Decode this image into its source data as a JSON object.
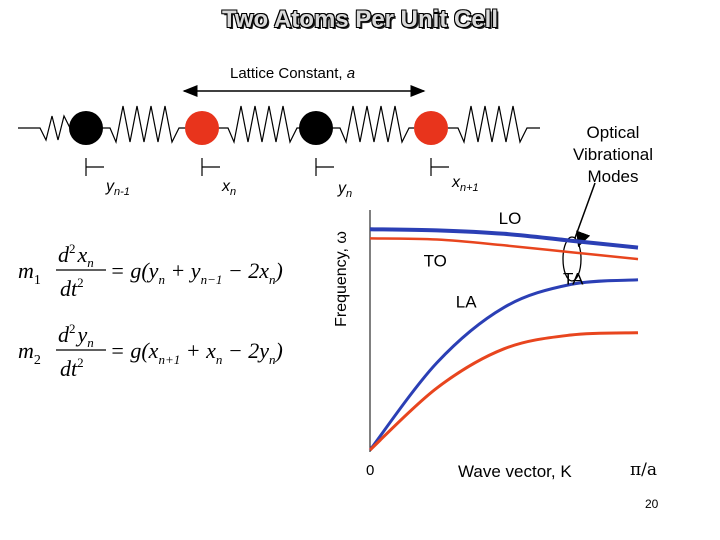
{
  "title": "Two Atoms Per Unit Cell",
  "lattice": {
    "label_prefix": "Lattice Constant, ",
    "label_symbol": "a"
  },
  "positions": [
    {
      "base": "y",
      "sub": "n-1"
    },
    {
      "base": "x",
      "sub": "n"
    },
    {
      "base": "y",
      "sub": "n"
    },
    {
      "base": "x",
      "sub": "n+1"
    }
  ],
  "atoms": [
    "black",
    "red",
    "black",
    "red"
  ],
  "colors": {
    "light_atom": "#e8341c",
    "heavy_atom": "#000000",
    "optical_branch": "#2b3fb5",
    "acoustic_branch": "#e8451e"
  },
  "optical_annotation": [
    "Optical",
    "Vibrational",
    "Modes"
  ],
  "equations": [
    {
      "mass": "m",
      "mass_sub": "1",
      "var": "x",
      "rhs": "= g(y",
      "t1": "n",
      "plus": " + y",
      "t2": "n−1",
      "minus": " − 2x",
      "t3": "n",
      "close": ")"
    },
    {
      "mass": "m",
      "mass_sub": "2",
      "var": "y",
      "rhs": "= g(x",
      "t1": "n+1",
      "plus": " + x",
      "t2": "n",
      "minus": " − 2y",
      "t3": "n",
      "close": ")"
    }
  ],
  "derivative": {
    "d": "d",
    "sup": "2",
    "dt": "dt"
  },
  "chart_data": {
    "type": "line",
    "title": "",
    "xlabel": "Wave vector, K",
    "ylabel": "Frequency, ω",
    "x_tick_start": "0",
    "x_tick_end": "π/a",
    "xlim": [
      0,
      1
    ],
    "series": [
      {
        "name": "LO",
        "x": [
          0,
          0.25,
          0.5,
          0.75,
          1.0
        ],
        "values": [
          0.96,
          0.955,
          0.94,
          0.91,
          0.88
        ]
      },
      {
        "name": "TO",
        "x": [
          0,
          0.25,
          0.5,
          0.75,
          1.0
        ],
        "values": [
          0.92,
          0.915,
          0.89,
          0.86,
          0.83
        ]
      },
      {
        "name": "LA",
        "x": [
          0,
          0.25,
          0.5,
          0.75,
          1.0
        ],
        "values": [
          0.0,
          0.38,
          0.62,
          0.72,
          0.74
        ]
      },
      {
        "name": "TA",
        "x": [
          0,
          0.25,
          0.5,
          0.75,
          1.0
        ],
        "values": [
          0.0,
          0.27,
          0.44,
          0.5,
          0.51
        ]
      }
    ]
  },
  "page_number": "20"
}
